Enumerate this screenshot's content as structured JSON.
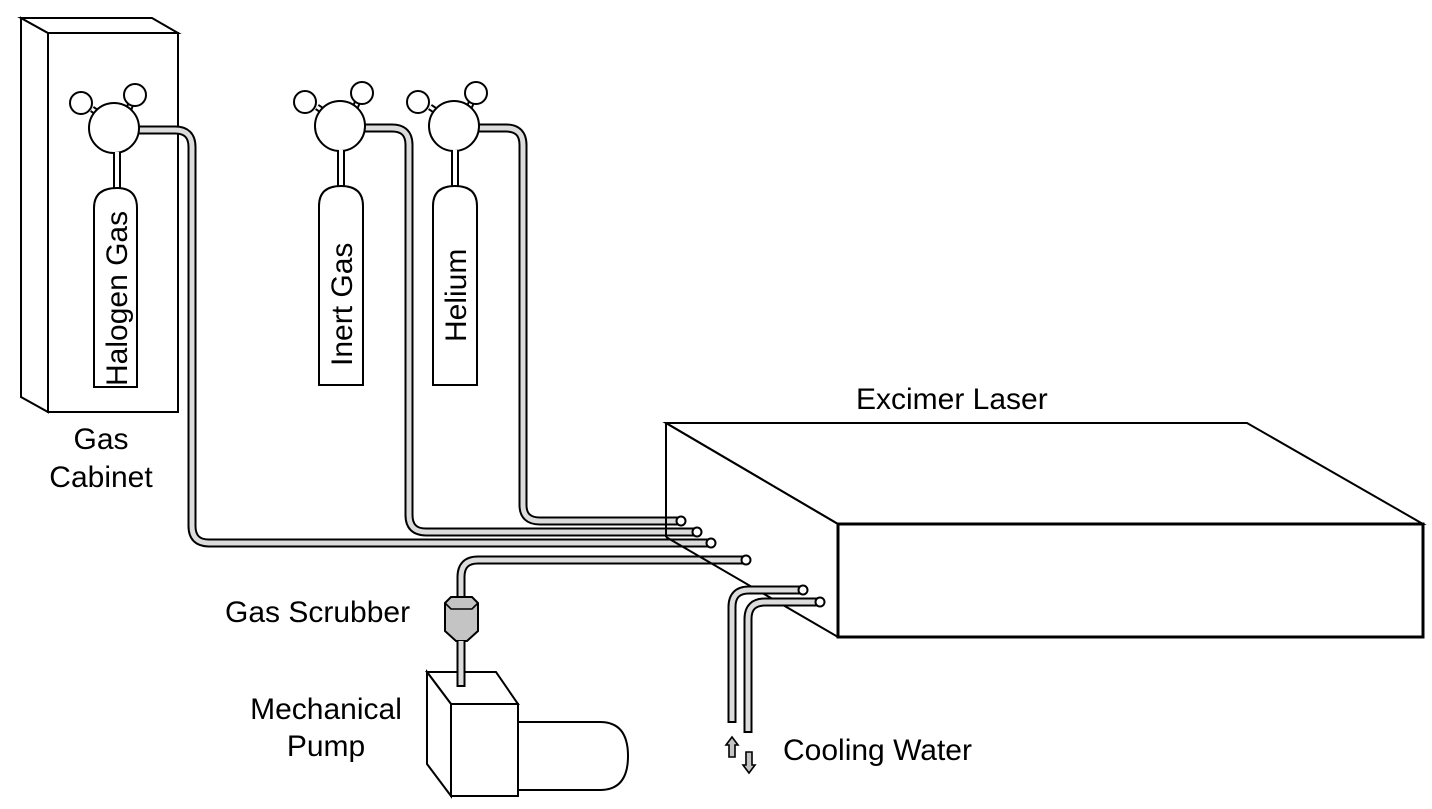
{
  "diagram": {
    "title": "Excimer laser gas handling system",
    "labels": {
      "gas_cabinet_line1": "Gas",
      "gas_cabinet_line2": "Cabinet",
      "halogen_gas": "Halogen Gas",
      "inert_gas": "Inert Gas",
      "helium": "Helium",
      "excimer_laser": "Excimer Laser",
      "gas_scrubber": "Gas Scrubber",
      "mechanical_pump_line1": "Mechanical",
      "mechanical_pump_line2": "Pump",
      "cooling_water": "Cooling Water"
    },
    "components": [
      {
        "id": "gas-cabinet",
        "name": "Gas Cabinet",
        "contains": [
          "halogen-gas-cylinder"
        ]
      },
      {
        "id": "halogen-gas-cylinder",
        "name": "Halogen Gas"
      },
      {
        "id": "inert-gas-cylinder",
        "name": "Inert Gas"
      },
      {
        "id": "helium-cylinder",
        "name": "Helium"
      },
      {
        "id": "excimer-laser",
        "name": "Excimer Laser"
      },
      {
        "id": "gas-scrubber",
        "name": "Gas Scrubber"
      },
      {
        "id": "mechanical-pump",
        "name": "Mechanical Pump"
      },
      {
        "id": "cooling-water",
        "name": "Cooling Water"
      }
    ],
    "connections": [
      {
        "from": "halogen-gas-cylinder",
        "to": "excimer-laser",
        "via": "regulator"
      },
      {
        "from": "inert-gas-cylinder",
        "to": "excimer-laser",
        "via": "regulator"
      },
      {
        "from": "helium-cylinder",
        "to": "excimer-laser",
        "via": "regulator"
      },
      {
        "from": "excimer-laser",
        "to": "gas-scrubber"
      },
      {
        "from": "gas-scrubber",
        "to": "mechanical-pump"
      },
      {
        "from": "cooling-water",
        "to": "excimer-laser",
        "direction": "in (up arrow)"
      },
      {
        "from": "excimer-laser",
        "to": "cooling-water",
        "direction": "out (down arrow)"
      }
    ],
    "colors": {
      "line": "#000000",
      "pipe_fill": "#dcdcdc",
      "scrubber_fill": "#c4c4c4",
      "background": "#ffffff"
    }
  }
}
